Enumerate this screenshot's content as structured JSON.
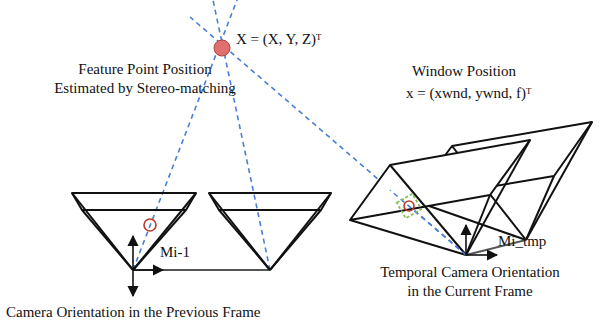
{
  "diagram": {
    "labels": [
      "X = (X, Y, Z)ᵀ",
      "Feature Point Position Estimated by Stereo-matching",
      "Window Position",
      "x = (xwnd, ywnd, f)ᵀ",
      "Mi-1",
      "Mi_tmp",
      "Temporal Camera Orientation in the Current Frame",
      "Camera Orientation in the Previous Frame"
    ]
  }
}
